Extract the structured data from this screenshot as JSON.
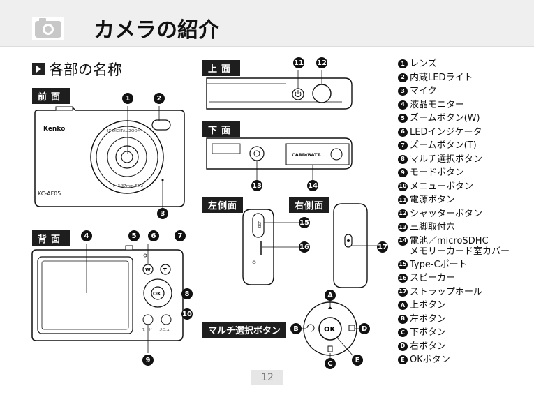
{
  "header": {
    "title": "カメラの紹介"
  },
  "section": {
    "title": "各部の名称"
  },
  "views": {
    "front": "前面",
    "back": "背面",
    "top": "上面",
    "bottom": "下面",
    "left": "左側面",
    "right": "右側面",
    "multi": "マルチ選択ボタン"
  },
  "camera_text": {
    "brand": "Kenko",
    "model": "KC-AF05",
    "lens_ring_top": "4X DIGITAL ZOOM",
    "lens_ring_bottom": "f=3.37mm F2.2",
    "card_door": "CARD/BATT.",
    "usb": "USB",
    "ok": "OK",
    "w": "W",
    "t": "T",
    "mode_label": "モード",
    "menu_label": "メニュー"
  },
  "callouts": {
    "n1": "1",
    "n2": "2",
    "n3": "3",
    "n4": "4",
    "n5": "5",
    "n6": "6",
    "n7": "7",
    "n8": "8",
    "n9": "9",
    "n10": "10",
    "n11": "11",
    "n12": "12",
    "n13": "13",
    "n14": "14",
    "n15": "15",
    "n16": "16",
    "n17": "17",
    "A": "A",
    "B": "B",
    "C": "C",
    "D": "D",
    "E": "E"
  },
  "parts": [
    {
      "mark": "1",
      "label": "レンズ"
    },
    {
      "mark": "2",
      "label": "内蔵LEDライト"
    },
    {
      "mark": "3",
      "label": "マイク"
    },
    {
      "mark": "4",
      "label": "液晶モニター"
    },
    {
      "mark": "5",
      "label": "ズームボタン(W)"
    },
    {
      "mark": "6",
      "label": "LEDインジケータ"
    },
    {
      "mark": "7",
      "label": "ズームボタン(T)"
    },
    {
      "mark": "8",
      "label": "マルチ選択ボタン"
    },
    {
      "mark": "9",
      "label": "モードボタン"
    },
    {
      "mark": "10",
      "label": "メニューボタン"
    },
    {
      "mark": "11",
      "label": "電源ボタン"
    },
    {
      "mark": "12",
      "label": "シャッターボタン"
    },
    {
      "mark": "13",
      "label": "三脚取付穴"
    },
    {
      "mark": "14",
      "label": "電池／microSDHC",
      "label2": "メモリーカード室カバー"
    },
    {
      "mark": "15",
      "label": "Type-Cポート"
    },
    {
      "mark": "16",
      "label": "スピーカー"
    },
    {
      "mark": "17",
      "label": "ストラップホール"
    },
    {
      "mark": "A",
      "label": "上ボタン"
    },
    {
      "mark": "B",
      "label": "左ボタン"
    },
    {
      "mark": "C",
      "label": "下ボタン"
    },
    {
      "mark": "D",
      "label": "右ボタン"
    },
    {
      "mark": "E",
      "label": "OKボタン"
    }
  ],
  "page": {
    "number": "12"
  }
}
